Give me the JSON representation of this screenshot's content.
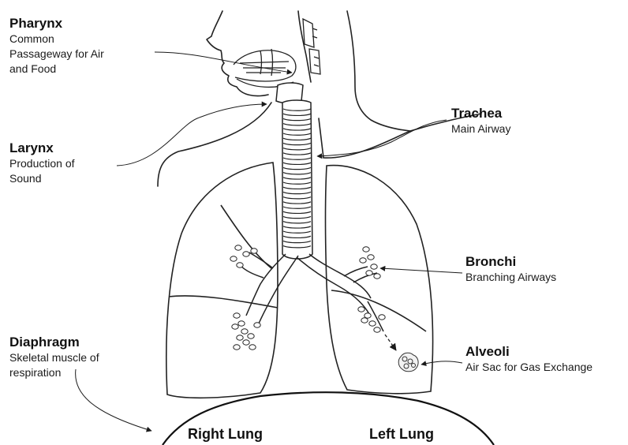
{
  "labels": {
    "pharynx": {
      "title": "Pharynx",
      "lines": [
        "Common",
        "Passageway for Air",
        "and Food"
      ]
    },
    "larynx": {
      "title": "Larynx",
      "lines": [
        "Production of",
        "Sound"
      ]
    },
    "diaphragm": {
      "title": "Diaphragm",
      "lines": [
        "Skeletal muscle of",
        "respiration"
      ]
    },
    "trachea": {
      "title": "Trachea",
      "lines": [
        "Main Airway"
      ]
    },
    "bronchi": {
      "title": "Bronchi",
      "lines": [
        "Branching Airways"
      ]
    },
    "alveoli": {
      "title": "Alveoli",
      "lines": [
        "Air Sac for Gas Exchange"
      ]
    }
  },
  "lungs": {
    "right": "Right Lung",
    "left": "Left Lung"
  },
  "colors": {
    "line": "#1a1a1a",
    "text": "#111111",
    "background": "#ffffff"
  }
}
